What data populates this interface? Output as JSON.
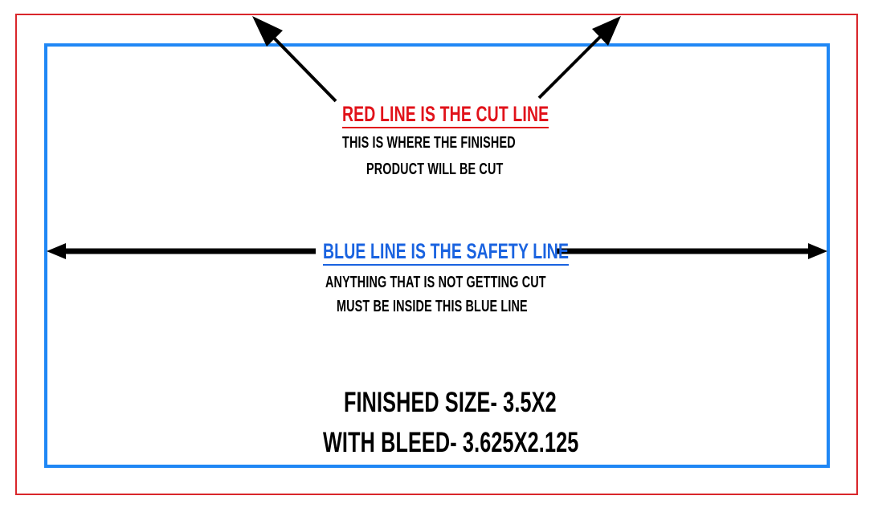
{
  "cut_line": {
    "heading": "RED LINE IS THE CUT LINE",
    "description_line_1": "THIS IS WHERE THE FINISHED",
    "description_line_2": "PRODUCT WILL BE CUT",
    "color": "#e1121a"
  },
  "safety_line": {
    "heading": "BLUE LINE IS THE SAFETY LINE",
    "description_line_1": "ANYTHING THAT IS NOT GETTING CUT",
    "description_line_2": "MUST BE INSIDE THIS BLUE LINE",
    "color": "#1a63e0"
  },
  "sizes": {
    "finished": "FINISHED SIZE- 3.5X2",
    "with_bleed": "WITH BLEED- 3.625X2.125"
  }
}
